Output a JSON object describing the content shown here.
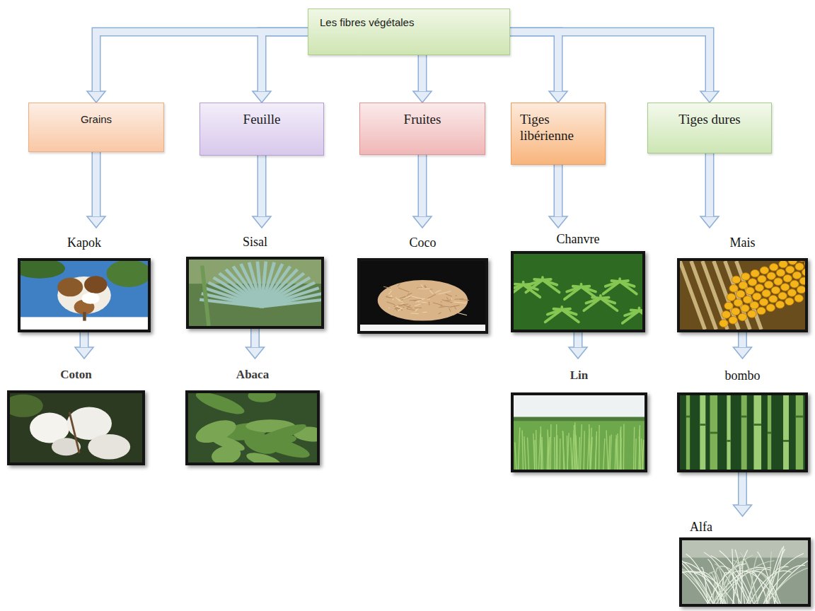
{
  "diagram": {
    "nodes": [
      {
        "text": [
          "Les fibres végétales"
        ]
      },
      {
        "text": [
          "Grains"
        ]
      },
      {
        "text": [
          "Feuille"
        ]
      },
      {
        "text": [
          "Fruites"
        ]
      },
      {
        "text": [
          "Tiges libérienne"
        ]
      },
      {
        "text": [
          "Tiges dures"
        ]
      },
      {
        "text": [
          "Kapok"
        ]
      },
      {
        "text": [
          "Sisal"
        ]
      },
      {
        "text": [
          "Coco"
        ]
      },
      {
        "text": [
          "Chanvre"
        ]
      },
      {
        "text": [
          "Mais"
        ]
      },
      {
        "text": [
          "Coton"
        ]
      },
      {
        "text": [
          "Abaca"
        ]
      },
      {
        "text": [
          "Lin"
        ]
      },
      {
        "text": [
          "bombo"
        ]
      },
      {
        "text": [
          "Alfa"
        ]
      }
    ],
    "edges": [
      {
        "from": 0,
        "to": 1,
        "arrow": "to"
      },
      {
        "from": 0,
        "to": 2,
        "arrow": "to"
      },
      {
        "from": 0,
        "to": 3,
        "arrow": "to"
      },
      {
        "from": 0,
        "to": 4,
        "arrow": "to"
      },
      {
        "from": 0,
        "to": 5,
        "arrow": "to"
      },
      {
        "from": 1,
        "to": 6,
        "arrow": "to"
      },
      {
        "from": 2,
        "to": 7,
        "arrow": "to"
      },
      {
        "from": 3,
        "to": 8,
        "arrow": "to"
      },
      {
        "from": 4,
        "to": 9,
        "arrow": "to"
      },
      {
        "from": 5,
        "to": 10,
        "arrow": "to"
      },
      {
        "from": 6,
        "to": 11,
        "arrow": "to"
      },
      {
        "from": 7,
        "to": 12,
        "arrow": "to"
      },
      {
        "from": 9,
        "to": 13,
        "arrow": "to"
      },
      {
        "from": 10,
        "to": 14,
        "arrow": "to"
      },
      {
        "from": 14,
        "to": 15,
        "arrow": "to"
      }
    ]
  }
}
